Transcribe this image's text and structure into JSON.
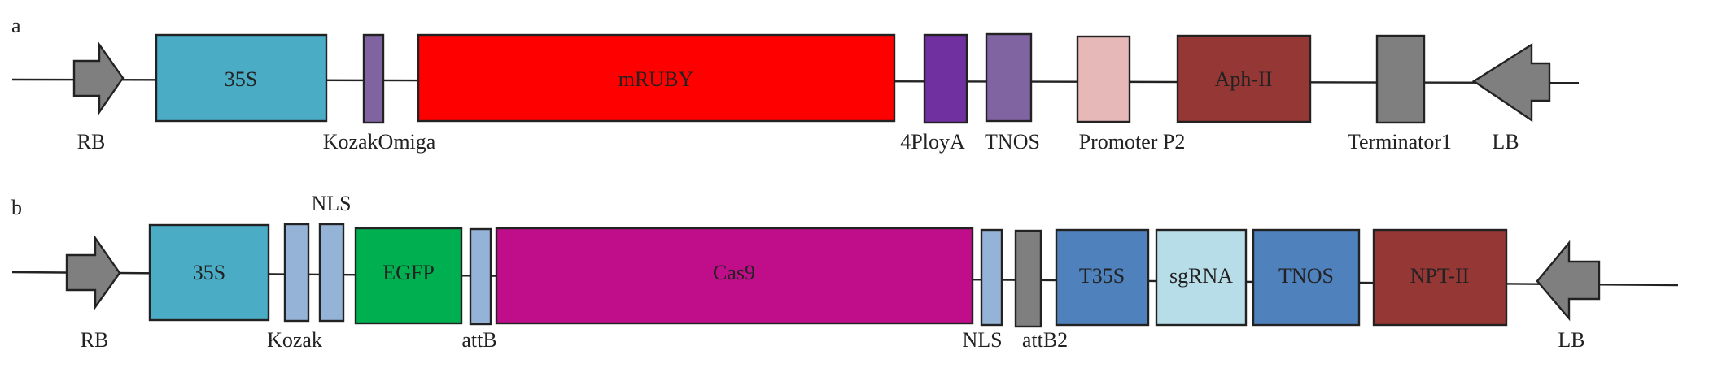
{
  "panel_a": {
    "label": "a",
    "elements": [
      {
        "name": "rb-arrow",
        "type": "arrow",
        "direction": "right",
        "color": "#7f7f7f"
      },
      {
        "name": "35s-box",
        "type": "box",
        "text": "35S",
        "color": "#4bacc6"
      },
      {
        "name": "kozak-omiga-box",
        "type": "box",
        "text": "",
        "color": "#8064a2"
      },
      {
        "name": "mruby-box",
        "type": "box",
        "text": "mRUBY",
        "color": "#ff0000"
      },
      {
        "name": "4ploya-box",
        "type": "box",
        "text": "",
        "color": "#7030a0"
      },
      {
        "name": "tnos-box",
        "type": "box",
        "text": "",
        "color": "#8064a2"
      },
      {
        "name": "promoter-p2-box",
        "type": "box",
        "text": "",
        "color": "#e6b9b8"
      },
      {
        "name": "aph-ii-box",
        "type": "box",
        "text": "Aph-II",
        "color": "#953735"
      },
      {
        "name": "terminator1-box",
        "type": "box",
        "text": "",
        "color": "#7f7f7f"
      },
      {
        "name": "lb-arrow",
        "type": "arrow",
        "direction": "left",
        "color": "#7f7f7f"
      }
    ],
    "labels": [
      {
        "name": "rb-label",
        "text": "RB"
      },
      {
        "name": "kozak-omiga-label",
        "text": "KozakOmiga"
      },
      {
        "name": "4ploya-label",
        "text": "4PloyA"
      },
      {
        "name": "tnos-label",
        "text": "TNOS"
      },
      {
        "name": "promoter-p2-label",
        "text": "Promoter P2"
      },
      {
        "name": "terminator1-label",
        "text": "Terminator1"
      },
      {
        "name": "lb-label",
        "text": "LB"
      }
    ]
  },
  "panel_b": {
    "label": "b",
    "elements": [
      {
        "name": "rb-arrow",
        "type": "arrow",
        "direction": "right",
        "color": "#7f7f7f"
      },
      {
        "name": "35s-box",
        "type": "box",
        "text": "35S",
        "color": "#4bacc6"
      },
      {
        "name": "kozak-box",
        "type": "box",
        "text": "",
        "color": "#95b3d7"
      },
      {
        "name": "nls-box-1",
        "type": "box",
        "text": "",
        "color": "#95b3d7"
      },
      {
        "name": "egfp-box",
        "type": "box",
        "text": "EGFP",
        "color": "#00b050"
      },
      {
        "name": "attb-box",
        "type": "box",
        "text": "",
        "color": "#95b3d7"
      },
      {
        "name": "cas9-box",
        "type": "box",
        "text": "Cas9",
        "color": "#c00d8a"
      },
      {
        "name": "nls-box-2",
        "type": "box",
        "text": "",
        "color": "#95b3d7"
      },
      {
        "name": "attb2-box",
        "type": "box",
        "text": "",
        "color": "#7f7f7f"
      },
      {
        "name": "t35s-box",
        "type": "box",
        "text": "T35S",
        "color": "#4f81bd"
      },
      {
        "name": "sgrna-box",
        "type": "box",
        "text": "sgRNA",
        "color": "#b7dde8"
      },
      {
        "name": "tnos-box",
        "type": "box",
        "text": "TNOS",
        "color": "#4f81bd"
      },
      {
        "name": "npt-ii-box",
        "type": "box",
        "text": "NPT-II",
        "color": "#953735"
      },
      {
        "name": "lb-arrow",
        "type": "arrow",
        "direction": "left",
        "color": "#7f7f7f"
      }
    ],
    "labels": [
      {
        "name": "nls-top-label",
        "text": "NLS"
      },
      {
        "name": "rb-label",
        "text": "RB"
      },
      {
        "name": "kozak-label",
        "text": "Kozak"
      },
      {
        "name": "attb-label",
        "text": "attB"
      },
      {
        "name": "nls-bottom-label",
        "text": "NLS"
      },
      {
        "name": "attb2-label",
        "text": "attB2"
      },
      {
        "name": "lb-label",
        "text": "LB"
      }
    ]
  }
}
